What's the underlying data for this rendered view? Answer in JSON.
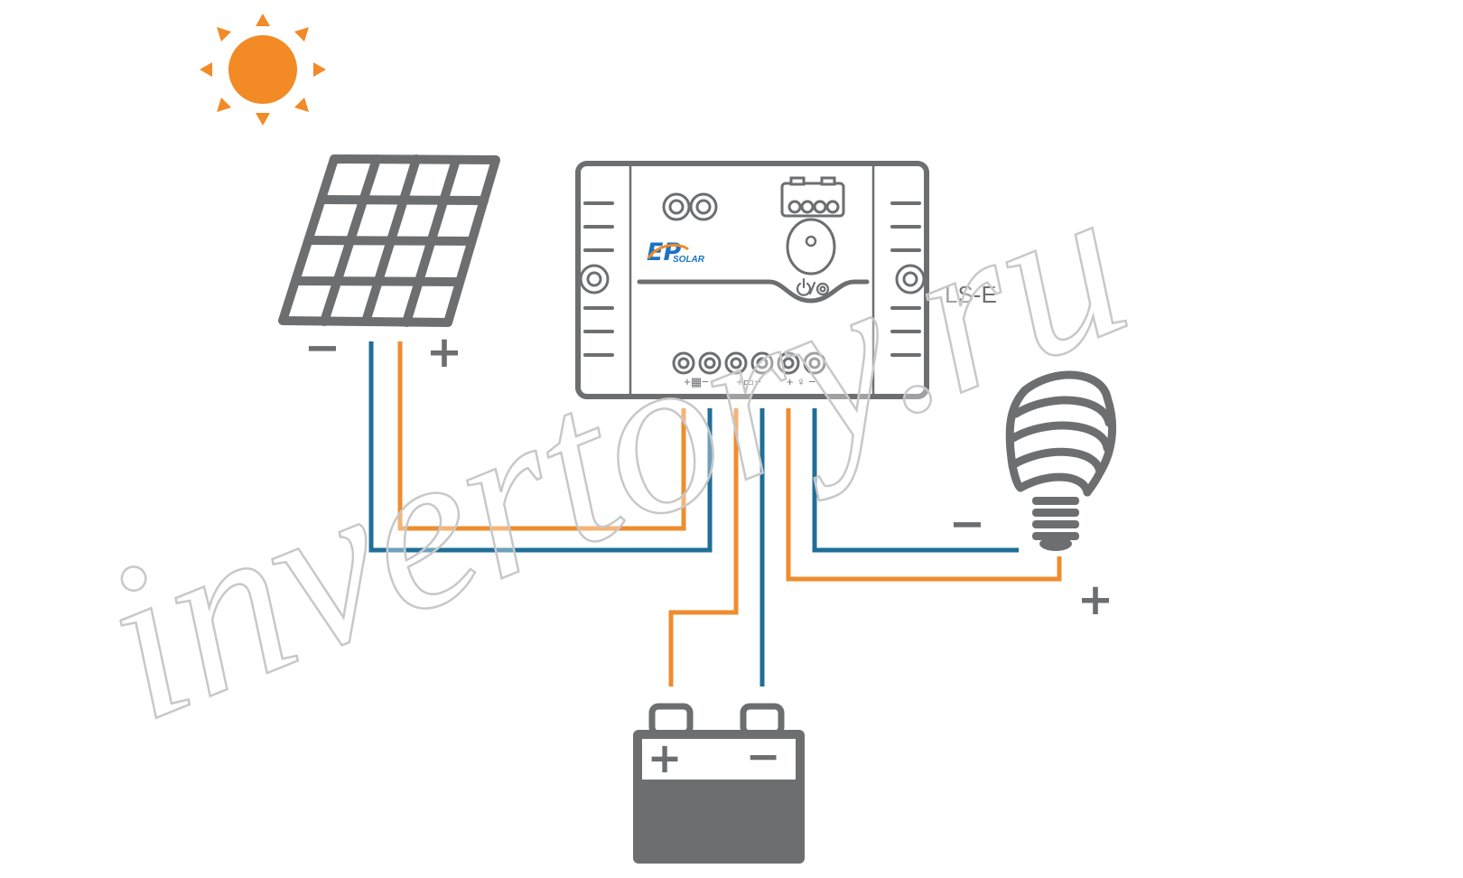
{
  "colors": {
    "sun": "#f28a26",
    "device_gray": "#6d6e70",
    "wire_orange": "#ef8c2f",
    "wire_blue": "#1f6f97",
    "logo_blue": "#1a73c4",
    "logo_orange": "#f28a26"
  },
  "icons": [
    "sun-icon",
    "solar-panel-icon",
    "charge-controller-icon",
    "light-bulb-icon",
    "battery-icon",
    "power-settings-icon"
  ],
  "panel": {
    "minus": "−",
    "plus": "+"
  },
  "controller": {
    "brand": "EP",
    "brand_sub": "SOLAR",
    "model": "LS-E",
    "terminal_panel": "+▦−",
    "terminal_battery": "+▭−",
    "terminal_load": "+ ♀ −"
  },
  "lamp": {
    "minus": "−",
    "plus": "+"
  },
  "battery": {
    "plus": "+",
    "minus": "−"
  },
  "watermark": "invertory.ru"
}
